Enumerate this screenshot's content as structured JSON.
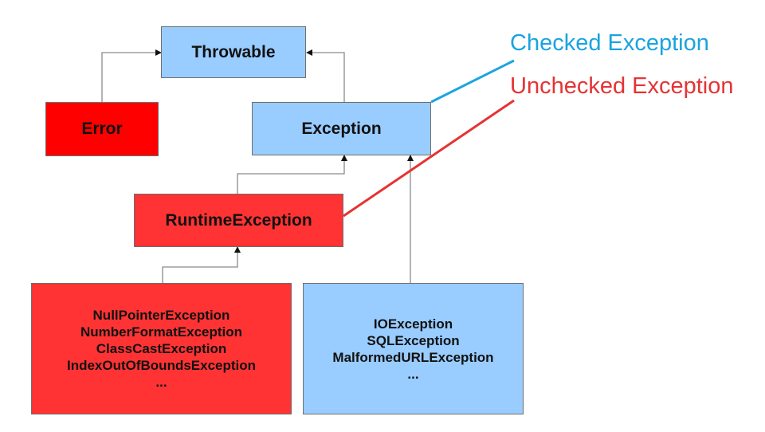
{
  "nodes": {
    "throwable": "Throwable",
    "error": "Error",
    "exception": "Exception",
    "runtime_exception": "RuntimeException",
    "unchecked_list": [
      "NullPointerException",
      "NumberFormatException",
      "ClassCastException",
      "IndexOutOfBoundsException",
      "..."
    ],
    "checked_list": [
      "IOException",
      "SQLException",
      "MalformedURLException",
      "..."
    ]
  },
  "labels": {
    "checked": "Checked Exception",
    "unchecked": "Unchecked Exception"
  },
  "colors": {
    "checked_blue": "#99ccff",
    "unchecked_red": "#ff3333",
    "error_red": "#ff0000",
    "checked_label": "#1aa3e0",
    "unchecked_label": "#e53333",
    "connector": "#8a8a8a"
  }
}
